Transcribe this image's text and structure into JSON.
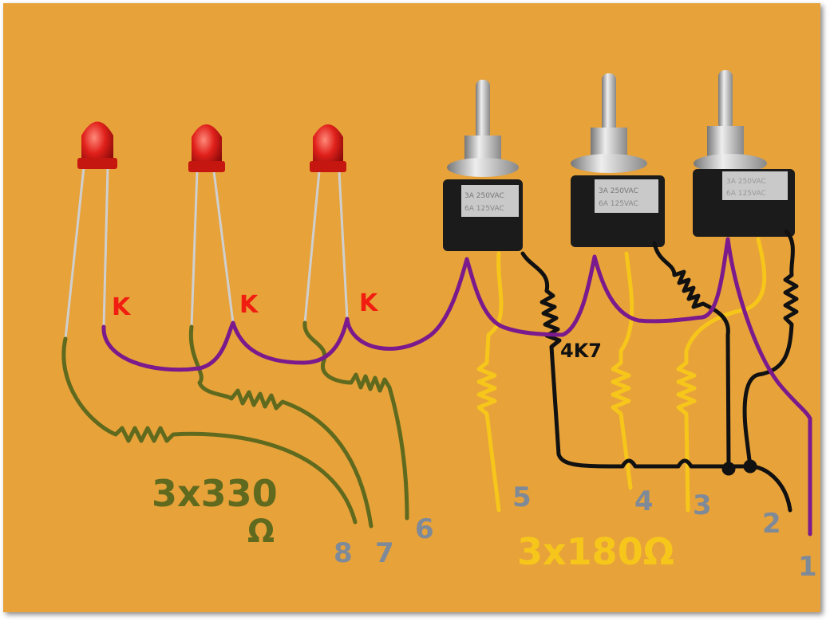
{
  "annotations": {
    "cathode_marks": [
      "K",
      "K",
      "K"
    ],
    "resistor_4k7": "4K7",
    "led_resistors": {
      "count_value": "3x330",
      "unit": "Ω"
    },
    "switch_resistors": "3x180Ω",
    "pins": [
      "1",
      "2",
      "3",
      "4",
      "5",
      "6",
      "7",
      "8"
    ]
  },
  "switch_rating": {
    "line1": "3A 250VAC",
    "line2": "6A 125VAC"
  },
  "colors": {
    "background": "#e7a23a",
    "common_wire": "#7a1a8c",
    "led_wire": "#5f6a1e",
    "switch_resistor_wire": "#f7c61a",
    "black_wire": "#111111",
    "cathode_mark": "#f01d10",
    "pin_number": "#7f8a99"
  }
}
